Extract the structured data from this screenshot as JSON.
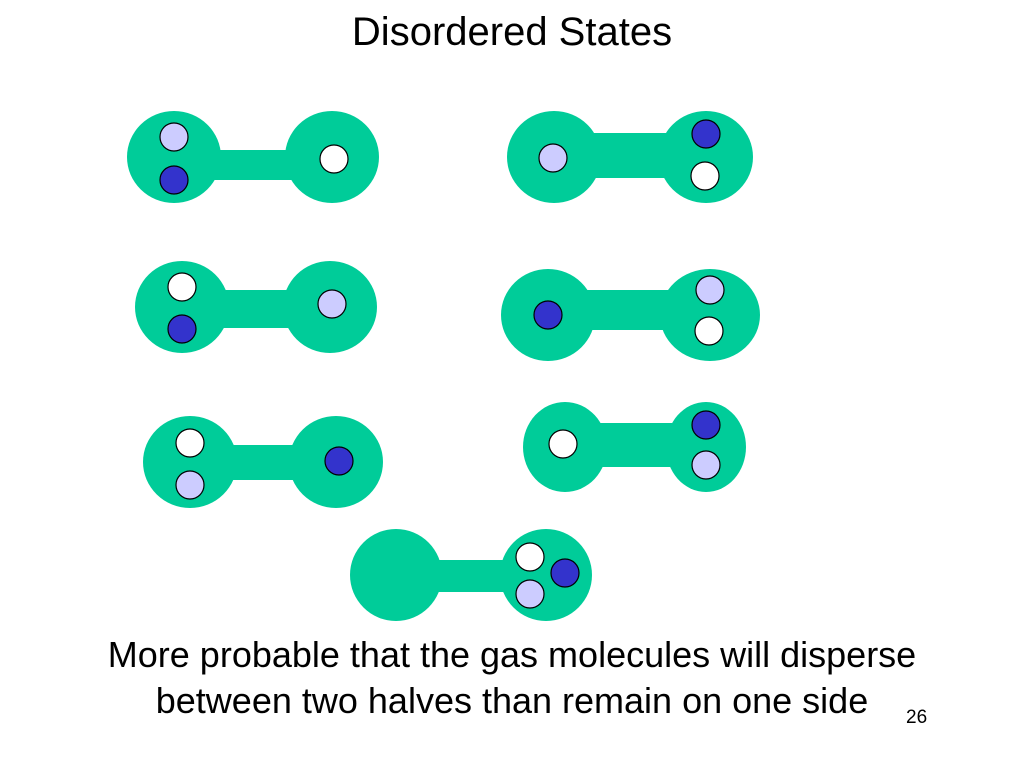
{
  "slide": {
    "title": "Disordered States",
    "caption_line1": "More probable that the gas molecules will disperse",
    "caption_line2": "between two halves than remain on one side",
    "slide_number": "26"
  },
  "colors": {
    "flask": "#00CC99",
    "molecule_dark": "#3333CC",
    "molecule_light": "#CCCCFF",
    "molecule_white": "#FFFFFF",
    "outline": "#000000"
  },
  "diagram": {
    "flasks": [
      {
        "name": "flask-1",
        "left": [
          "light",
          "dark"
        ],
        "right": [
          "white"
        ]
      },
      {
        "name": "flask-2",
        "left": [
          "light"
        ],
        "right": [
          "dark",
          "white"
        ]
      },
      {
        "name": "flask-3",
        "left": [
          "white",
          "dark"
        ],
        "right": [
          "light"
        ]
      },
      {
        "name": "flask-4",
        "left": [
          "dark"
        ],
        "right": [
          "light",
          "white"
        ]
      },
      {
        "name": "flask-5",
        "left": [
          "white",
          "light"
        ],
        "right": [
          "dark"
        ]
      },
      {
        "name": "flask-6",
        "left": [
          "white"
        ],
        "right": [
          "dark",
          "light"
        ]
      },
      {
        "name": "flask-7",
        "left": [],
        "right": [
          "white",
          "dark",
          "light"
        ]
      }
    ]
  }
}
